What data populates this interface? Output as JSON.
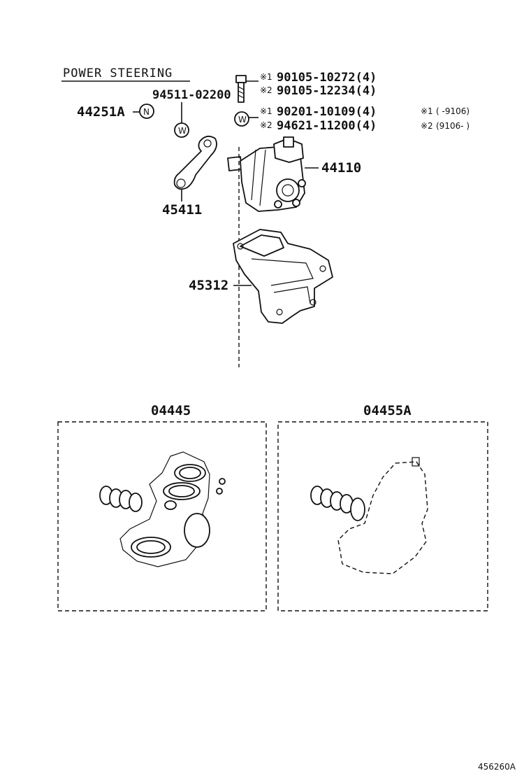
{
  "title": "POWER STEERING",
  "labels": {
    "p44251a": "44251A",
    "p94511": "94511-02200",
    "p44110": "44110",
    "p45411": "45411",
    "p45312": "45312",
    "kit1": "04445",
    "kit2": "04455A",
    "figure_id": "456260A"
  },
  "bolt_parts": [
    {
      "mark": "※1",
      "part": "90105-10272(4)"
    },
    {
      "mark": "※2",
      "part": "90105-12234(4)"
    }
  ],
  "washer_parts": [
    {
      "mark": "※1",
      "part": "90201-10109(4)"
    },
    {
      "mark": "※2",
      "part": "94621-11200(4)"
    }
  ],
  "date_notes": [
    {
      "mark": "※1",
      "range": "(      -9106)"
    },
    {
      "mark": "※2",
      "range": "(9106-      )"
    }
  ],
  "symbols": {
    "washer": "W",
    "nut": "N"
  }
}
